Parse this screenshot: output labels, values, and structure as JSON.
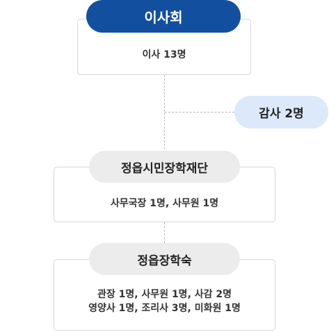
{
  "board": {
    "title": "이사회",
    "members": "이사 13명"
  },
  "audit": {
    "label": "감사 2명"
  },
  "foundation": {
    "title": "정읍시민장학재단",
    "staff": "사무국장 1명, 사무원 1명"
  },
  "dormitory": {
    "title": "정읍장학숙",
    "staff_line1": "관장 1명, 사무원 1명, 사감 2명",
    "staff_line2": "영양사 1명, 조리사 3명, 미화원 1명"
  },
  "colors": {
    "board_pill": "#12509f",
    "audit_pill": "#dce9fa",
    "section_pill": "#ececec",
    "box_border": "#d6d6d6",
    "connector": "#b8b8b8"
  }
}
